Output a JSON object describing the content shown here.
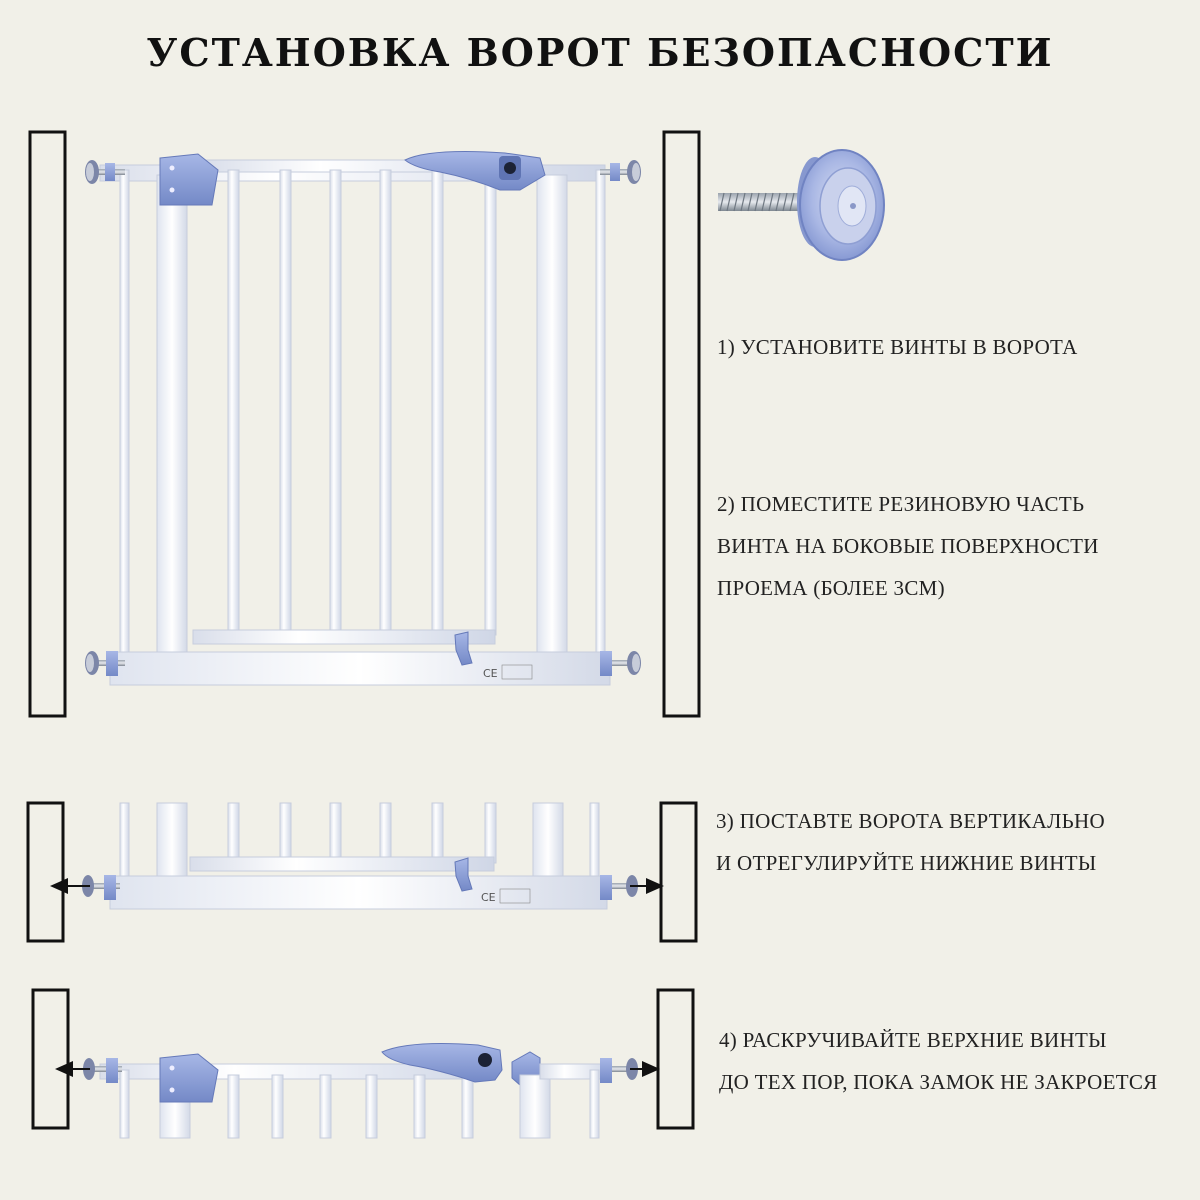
{
  "title": "УСТАНОВКА ВОРОТ БЕЗОПАСНОСТИ",
  "steps": [
    {
      "lines": [
        "1) УСТАНОВИТЕ ВИНТЫ В ВОРОТА"
      ]
    },
    {
      "lines": [
        "2) ПОМЕСТИТЕ РЕЗИНОВУЮ ЧАСТЬ",
        "ВИНТА НА БОКОВЫЕ ПОВЕРХНОСТИ",
        "ПРОЕМА (БОЛЕЕ 3СМ)"
      ]
    },
    {
      "lines": [
        "3) ПОСТАВТЕ ВОРОТА ВЕРТИКАЛЬНО",
        "И ОТРЕГУЛИРУЙТЕ НИЖНИЕ ВИНТЫ"
      ]
    },
    {
      "lines": [
        "4) РАСКРУЧИВАЙТЕ ВЕРХНИЕ ВИНТЫ",
        "ДО ТЕХ ПОР, ПОКА ЗАМОК НЕ ЗАКРОЕТСЯ"
      ]
    }
  ],
  "gate_label": "CE",
  "colors": {
    "background": "#f1f0e8",
    "frame": "#f7f8fb",
    "frame_edge": "#b9c2d6",
    "accent": "#8fa3da",
    "accent_dark": "#6f84c2",
    "wall": "#111111"
  }
}
